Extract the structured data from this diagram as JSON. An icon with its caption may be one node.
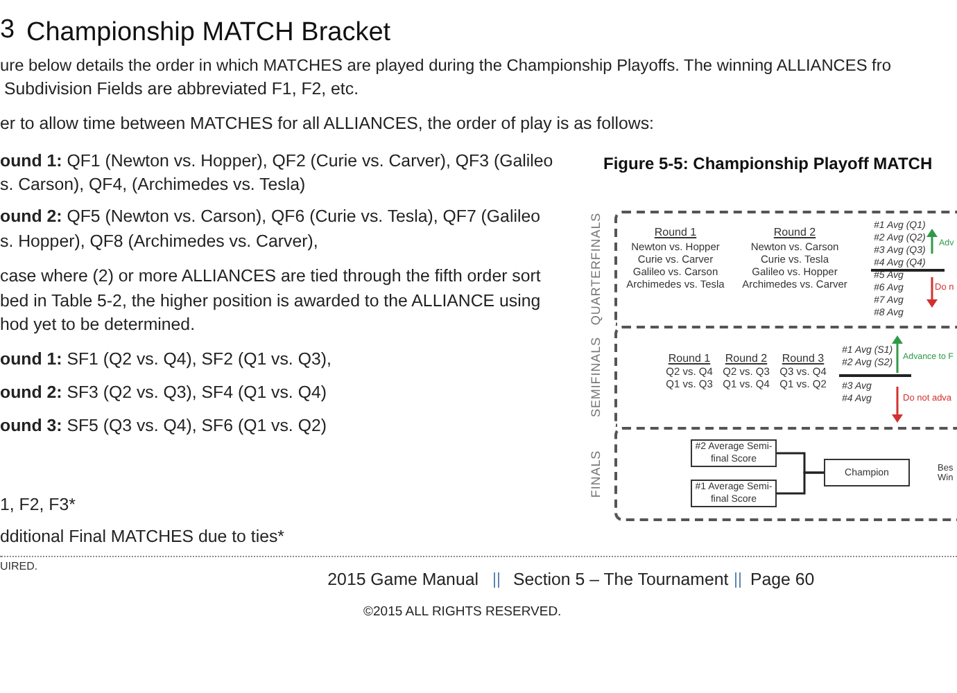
{
  "diagram": {
    "title": "Championship MATCH Bracket",
    "nodes": [
      {
        "text": [
          "QUARTERFINALS",
          "Round 1",
          "Newton vs. Hopper",
          "Curie vs. Carver",
          "Galileo vs. Carson",
          "Archimedes vs. Tesla",
          "Round 2",
          "Newton vs. Carson",
          "Curie vs. Tesla",
          "Galileo vs. Hopper",
          "Archimedes vs. Carver",
          "#1 Avg (Q1)",
          "#2 Avg (Q2)",
          "#3 Avg (Q3)",
          "#4 Avg (Q4)",
          "#5 Avg",
          "#6 Avg",
          "#7 Avg",
          "#8 Avg",
          "Adv",
          "Do n"
        ]
      },
      {
        "text": [
          "SEMIFINALS",
          "Round 1",
          "Q2 vs. Q4",
          "Q1 vs. Q3",
          "Round 2",
          "Q2 vs. Q3",
          "Q1 vs. Q4",
          "Round 3",
          "Q3 vs. Q4",
          "Q1 vs. Q2",
          "#1 Avg (S1)",
          "#2 Avg (S2)",
          "#3 Avg",
          "#4 Avg",
          "Advance to F",
          "Do not adva"
        ]
      },
      {
        "text": [
          "FINALS",
          "Bes Win"
        ]
      },
      {
        "text": [
          "#2 Average Semi-final Score"
        ],
        "in": 2
      },
      {
        "text": [
          "#1 Average Semi-final Score"
        ],
        "in": 2
      },
      {
        "text": [
          "Champion"
        ],
        "in": 2
      }
    ],
    "edges": [
      {
        "from": 3,
        "to": 5,
        "arrow": "none"
      },
      {
        "from": 4,
        "to": 5,
        "arrow": "none"
      }
    ],
    "labels": [
      "3",
      "ure below details the order in which MATCHES are played during the Championship Playoffs. The winning ALLIANCES fro",
      "Subdivision Fields are abbreviated F1, F2, etc.",
      "er to allow time between MATCHES for all ALLIANCES, the order of play is as follows:",
      "**ound 1:** QF1 (Newton vs. Hopper), QF2 (Curie vs. Carver), QF3 (Galileo",
      "s. Carson), QF4, (Archimedes vs. Tesla)",
      "**ound 2:** QF5 (Newton vs. Carson), QF6 (Curie vs. Tesla), QF7 (Galileo",
      "s. Hopper), QF8 (Archimedes vs. Carver),",
      "case where (2) or more ALLIANCES are tied through the fifth order sort",
      "bed in Table 5-2, the higher position is awarded to the ALLIANCE using",
      "hod yet to be determined.",
      "**ound 1:** SF1 (Q2 vs. Q4), SF2 (Q1 vs. Q3),",
      "**ound 2:** SF3 (Q2 vs. Q3), SF4 (Q1 vs. Q4)",
      "**ound 3:** SF5 (Q3 vs. Q4), SF6 (Q1 vs. Q2)",
      "1, F2, F3*",
      "dditional Final MATCHES due to ties*",
      "UIRED.",
      "Figure 5-5: Championship Playoff MATCH",
      "2015 Game Manual",
      "Section 5 – The Tournament",
      "Page 60",
      "©2015 ALL RIGHTS RESERVED."
    ]
  }
}
